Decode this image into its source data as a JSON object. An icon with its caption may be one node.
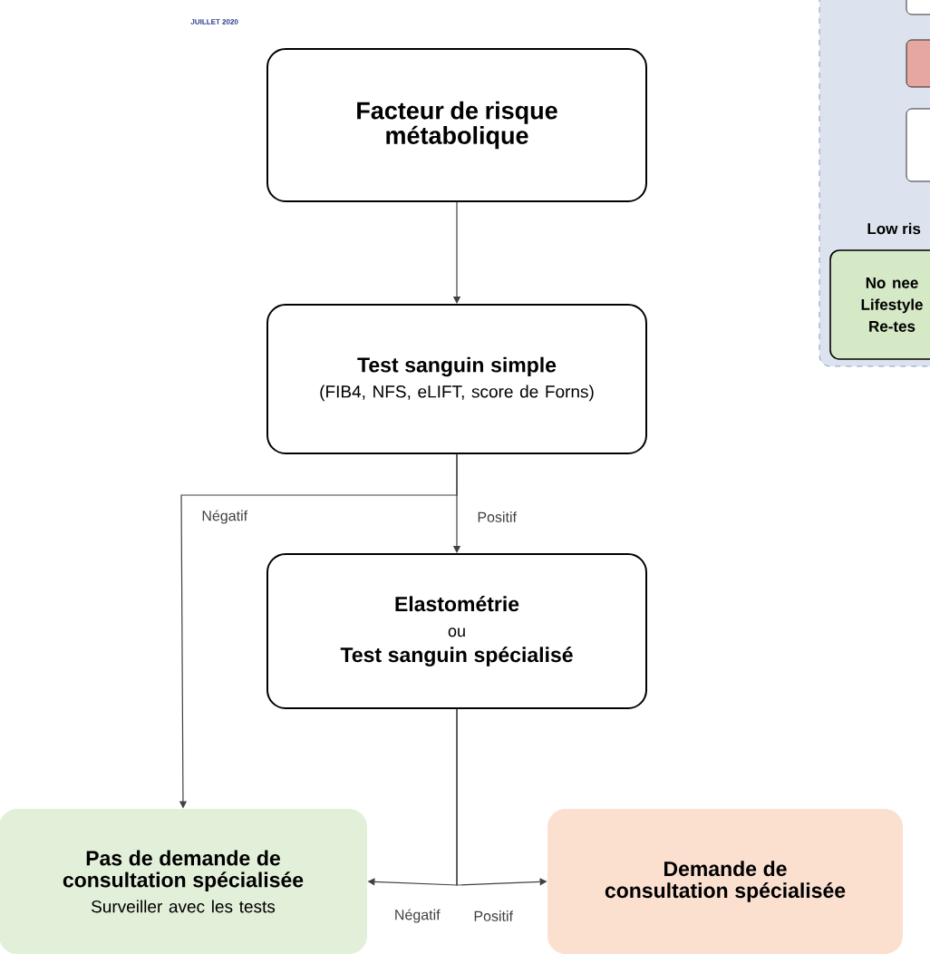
{
  "diagram": {
    "nodes": [
      {
        "text": [
          "Facteur de risque métabolique"
        ]
      },
      {
        "text": [
          "Test sanguin simple",
          "(FIB4, NFS, eLIFT, score de Forns)"
        ]
      },
      {
        "text": [
          "Elastométrie",
          "ou",
          "Test sanguin spécialisé"
        ]
      },
      {
        "text": [
          "Pas de demande de consultation spécialisée",
          "Surveiller avec les tests"
        ]
      },
      {
        "text": [
          "Demande de consultation spécialisée"
        ]
      },
      {
        "text": [
          "No nee Lifestyle Re-tes"
        ]
      }
    ],
    "edges": [
      {
        "from": 0,
        "to": 1,
        "arrow": "to"
      },
      {
        "from": 1,
        "to": 2,
        "arrow": "to",
        "label": "Positif"
      },
      {
        "from": 1,
        "to": 3,
        "arrow": "to",
        "label": "Négatif"
      },
      {
        "from": 2,
        "to": 3,
        "arrow": "to",
        "label": "Négatif"
      },
      {
        "from": 2,
        "to": 4,
        "arrow": "to",
        "label": "Positif"
      }
    ],
    "labels": [
      "JUILLET 2020",
      "Low ris"
    ]
  }
}
